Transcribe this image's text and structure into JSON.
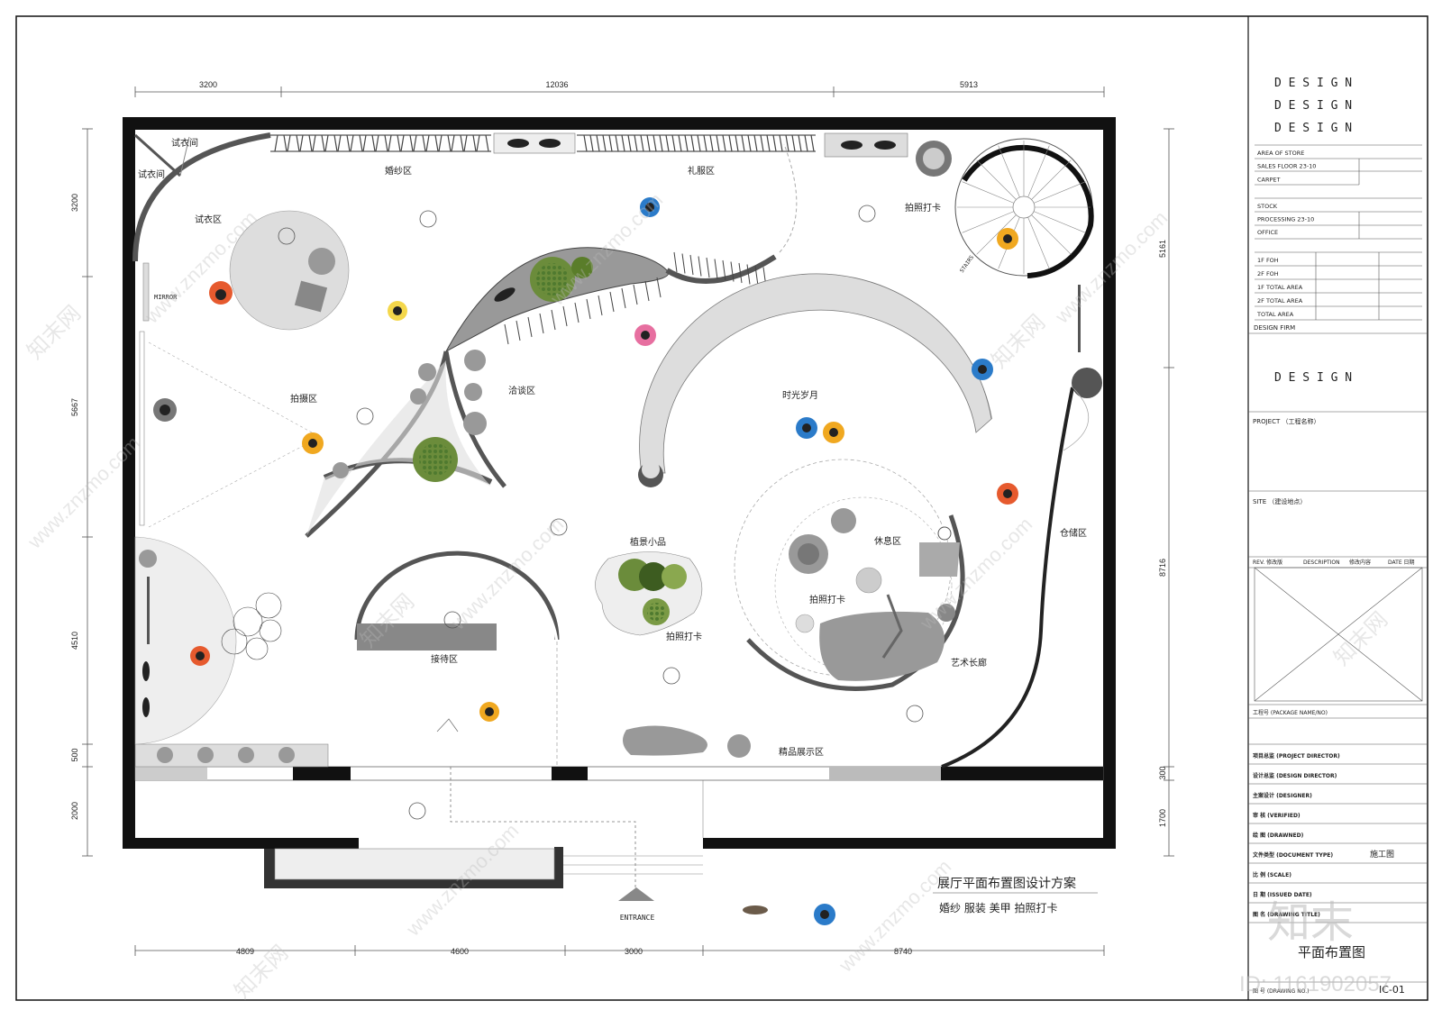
{
  "drawing": {
    "title": "展厅平面布置图设计方案",
    "subtitle": "婚纱  服装  美甲  拍照打卡",
    "entrance": "ENTRANCE",
    "mirror": "MIRROR",
    "stairs": "STAIRS"
  },
  "dims": {
    "top": [
      "3200",
      "12036",
      "5913"
    ],
    "bottom": [
      "4809",
      "4600",
      "3000",
      "8740"
    ],
    "left": [
      "3200",
      "5667",
      "4510",
      "500",
      "2000"
    ],
    "right": [
      "5161",
      "8716",
      "300",
      "1700"
    ]
  },
  "zones": {
    "fitting_room_1": "试衣间",
    "fitting_room_2": "试衣间",
    "wedding": "婚纱区",
    "dress": "礼服区",
    "photo_top": "拍照打卡",
    "fitting": "试衣区",
    "shooting": "拍摄区",
    "negotiation": "洽谈区",
    "time": "时光岁月",
    "landscape": "植景小品",
    "photo_mid": "拍照打卡",
    "rest": "休息区",
    "photo_rest": "拍照打卡",
    "storage": "仓储区",
    "reception": "接待区",
    "gallery": "艺术长廊",
    "boutique": "精品展示区"
  },
  "title_block": {
    "design_lines": [
      "D E S I G N",
      "D E S I G N",
      "D E S I G N"
    ],
    "area_rows": [
      "AREA OF STORE",
      "SALES FLOOR 23-10",
      "CARPET",
      "",
      "STOCK",
      "PROCESSING 23-10",
      "OFFICE"
    ],
    "total_rows": [
      "1F FOH",
      "2F FOH",
      "1F TOTAL AREA",
      "2F TOTAL AREA",
      "TOTAL AREA"
    ],
    "design_firm": "DESIGN FIRM",
    "design_logo": "D E S I G N",
    "project": "PROJECT （工程名称）",
    "site": "SITE  （建设地点）",
    "rev_headers": [
      "REV. 修改版",
      "DESCRIPTION",
      "修改内容",
      "DATE 日期"
    ],
    "package": "工程号 (PACKAGE NAME/NO)",
    "rows": [
      {
        "label": "项目总监 (PROJECT DIRECTOR)",
        "value": ""
      },
      {
        "label": "设计总监 (DESIGN DIRECTOR)",
        "value": ""
      },
      {
        "label": "主案设计 (DESIGNER)",
        "value": ""
      },
      {
        "label": "审    核 (VERIFIED)",
        "value": ""
      },
      {
        "label": "绘    图 (DRAWNED)",
        "value": ""
      },
      {
        "label": "文件类型 (DOCUMENT TYPE)",
        "value": "施工图"
      },
      {
        "label": "比    例 (SCALE)",
        "value": ""
      },
      {
        "label": "日    期 (ISSUED DATE)",
        "value": ""
      },
      {
        "label": "图    名 (DRAWING TITLE)",
        "value": ""
      }
    ],
    "drawing_name": "平面布置图",
    "drawing_no_label": "图    号 (DRAWING NO.)",
    "drawing_no": "IC-01"
  },
  "watermark": {
    "site": "www.znzmo.com",
    "brand": "知末网",
    "logo": "知末",
    "id": "ID: 1161902057"
  }
}
